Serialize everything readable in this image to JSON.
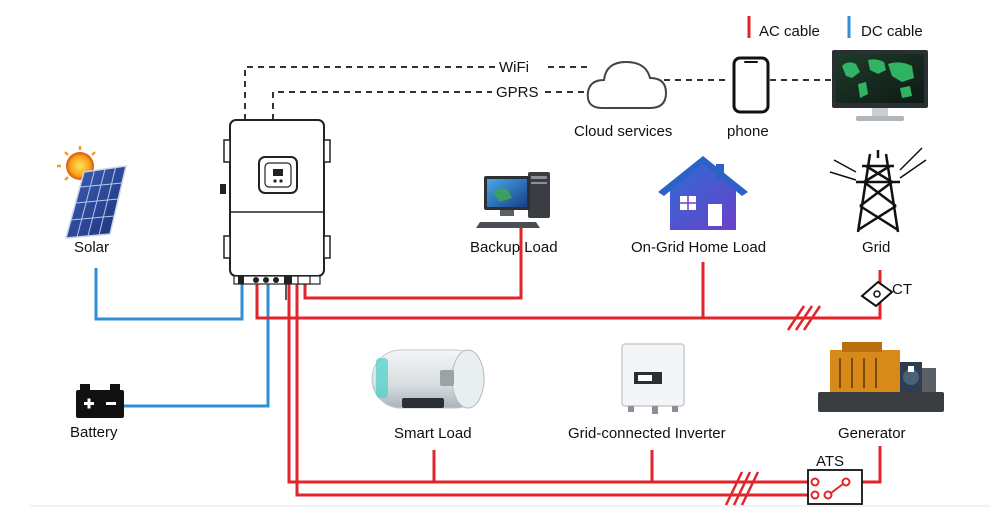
{
  "legend": {
    "ac_label": "AC cable",
    "dc_label": "DC cable",
    "ac_color": "#e0262b",
    "dc_color": "#2f8fd5"
  },
  "links": {
    "wifi": "WiFi",
    "gprs": "GPRS"
  },
  "nodes": {
    "cloud": "Cloud services",
    "phone": "phone",
    "solar": "Solar",
    "backup_load": "Backup Load",
    "home_load": "On-Grid Home Load",
    "grid": "Grid",
    "ct": "CT",
    "battery": "Battery",
    "smart_load": "Smart Load",
    "grid_inverter": "Grid-connected Inverter",
    "generator": "Generator",
    "ats": "ATS"
  },
  "icons": {
    "inverter": "hybrid-inverter-icon",
    "solar": "solar-panel-icon",
    "cloud": "cloud-icon",
    "phone": "smartphone-icon",
    "monitor": "monitor-icon",
    "backup": "desktop-computer-icon",
    "home": "house-icon",
    "grid": "power-tower-icon",
    "ct": "current-transformer-icon",
    "battery": "battery-icon",
    "smart_load": "water-heater-icon",
    "grid_inverter": "string-inverter-icon",
    "generator": "generator-icon"
  }
}
